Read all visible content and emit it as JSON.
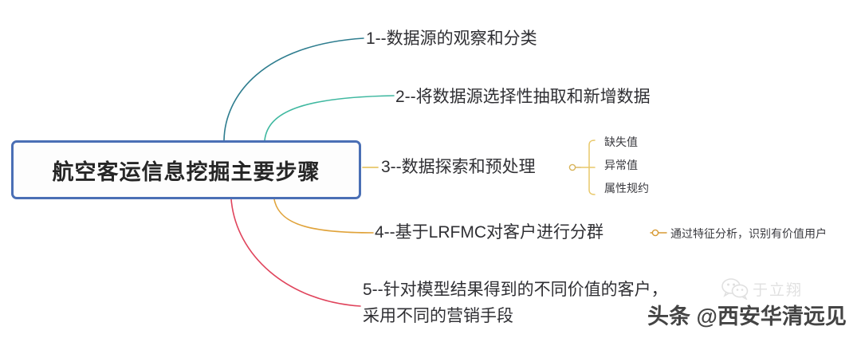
{
  "diagram": {
    "type": "mind-map",
    "root": {
      "label": "航空客运信息挖掘主要步骤",
      "border_color": "#4a6fb5",
      "fill_color": "#fdfdfd"
    },
    "branches": [
      {
        "id": "1",
        "label": "1--数据源的观察和分类",
        "line_color": "#2e7d8f",
        "children": []
      },
      {
        "id": "2",
        "label": "2--将数据源选择性抽取和新增数据",
        "line_color": "#3fb8a0",
        "children": []
      },
      {
        "id": "3",
        "label": "3--数据探索和预处理",
        "line_color": "#e8c86a",
        "children": [
          {
            "label": "缺失值"
          },
          {
            "label": "异常值"
          },
          {
            "label": "属性规约"
          }
        ]
      },
      {
        "id": "4",
        "label": "4--基于LRFMC对客户进行分群",
        "line_color": "#e0a33a",
        "children": [
          {
            "label": "通过特征分析，识别有价值用户"
          }
        ]
      },
      {
        "id": "5",
        "label": "5--针对模型结果得到的不同价值的客户，采用不同的营销手段",
        "line_color": "#e0445c",
        "children": []
      }
    ]
  },
  "watermarks": {
    "toutiao": "头条 @西安华清远见",
    "wechat_name": "于立翔"
  }
}
